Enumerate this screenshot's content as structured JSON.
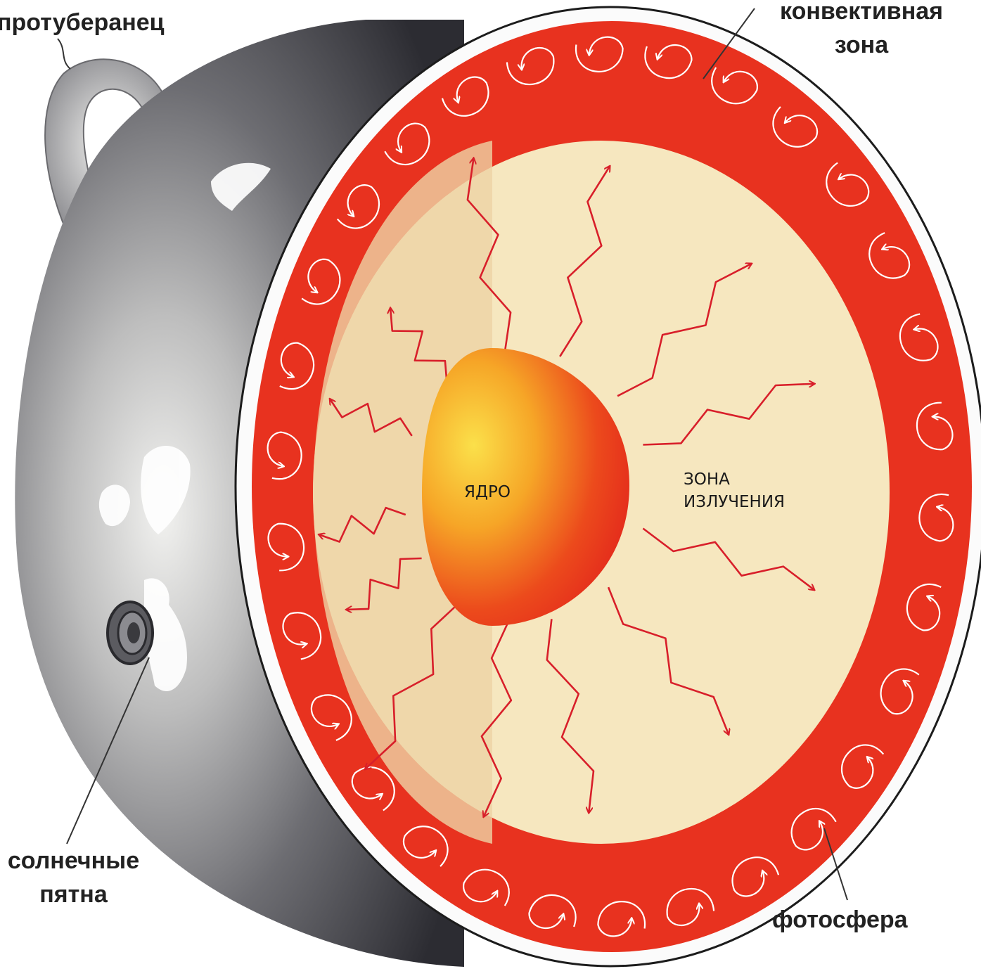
{
  "labels": {
    "prominence": "протуберанец",
    "convective_zone_line1": "конвективная",
    "convective_zone_line2": "зона",
    "sunspots_line1": "солнечные",
    "sunspots_line2": "пятна",
    "photosphere": "фотосфера",
    "core": "ЯДРО",
    "radiation_zone_line1": "ЗОНА",
    "radiation_zone_line2": "ИЗЛУЧЕНИЯ"
  },
  "colors": {
    "convective_red": "#e8321f",
    "radiative_cream": "#f6e7bf",
    "core_orange": "#f07a1c",
    "core_yellow": "#fbd63c",
    "surface_grey": "#5a5a60",
    "arrow_red": "#d81f2a",
    "convection_arrow": "#ffffff"
  }
}
